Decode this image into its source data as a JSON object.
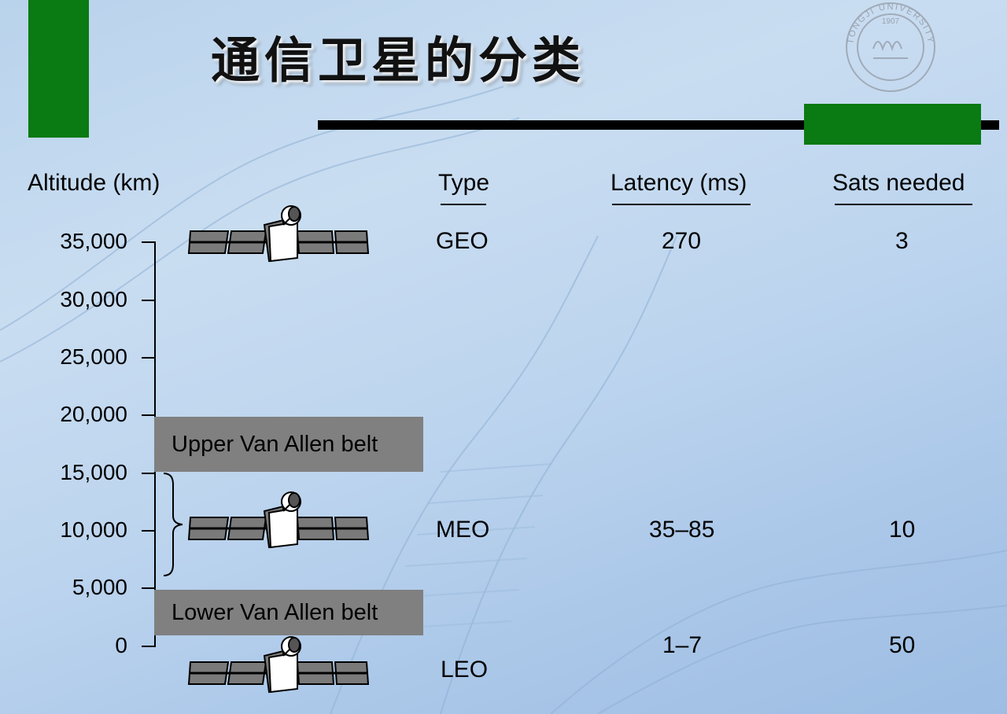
{
  "title": "通信卫星的分类",
  "headers": {
    "altitude": "Altitude (km)",
    "type": "Type",
    "latency": "Latency (ms)",
    "sats": "Sats needed"
  },
  "ticks": [
    "35,000",
    "30,000",
    "25,000",
    "20,000",
    "15,000",
    "10,000",
    "5,000",
    "0"
  ],
  "belts": {
    "upper": "Upper Van Allen belt",
    "lower": "Lower Van Allen belt"
  },
  "rows": [
    {
      "type": "GEO",
      "latency": "270",
      "sats": "3"
    },
    {
      "type": "MEO",
      "latency": "35–85",
      "sats": "10"
    },
    {
      "type": "LEO",
      "latency": "1–7",
      "sats": "50"
    }
  ],
  "seal": {
    "text": "TONGJI UNIVERSITY",
    "year": "1907"
  },
  "colors": {
    "accent_green": "#0a7a12",
    "belt_gray": "#808080"
  }
}
